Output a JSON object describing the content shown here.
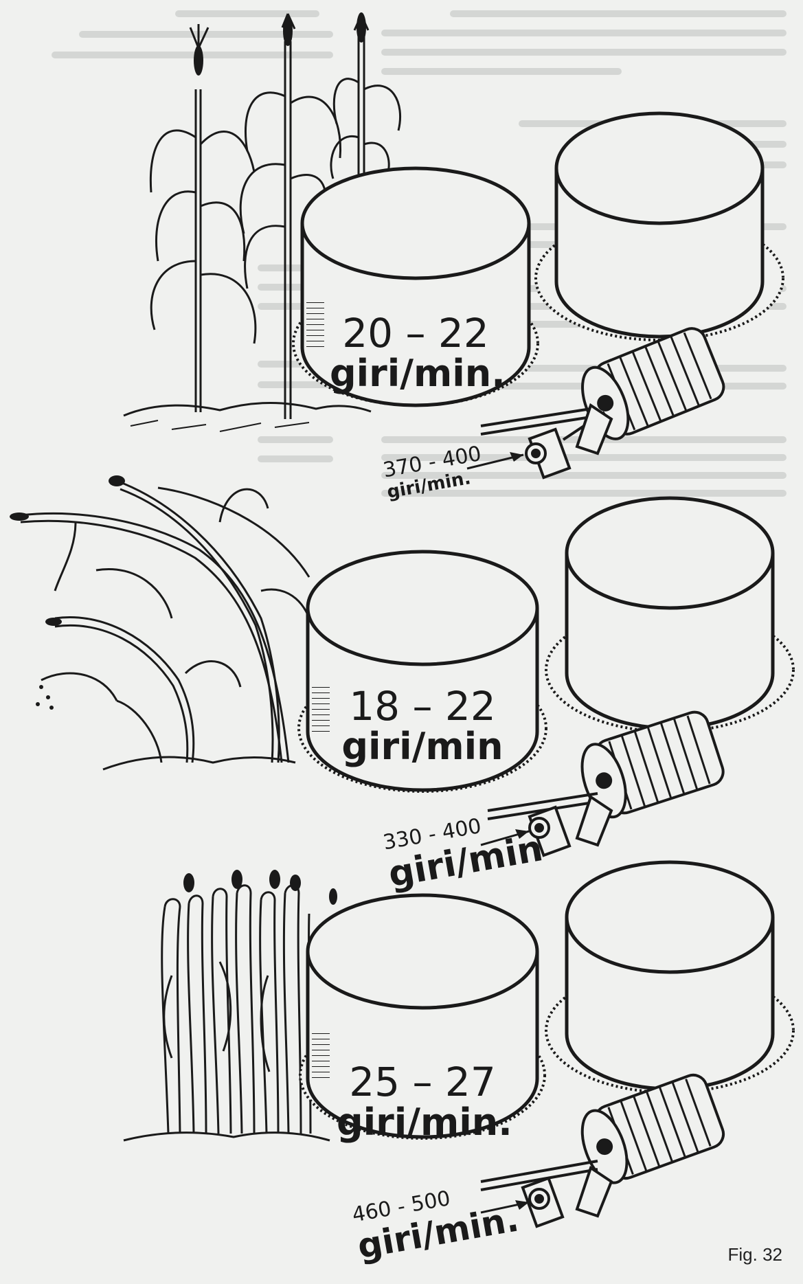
{
  "figure": {
    "caption": "Fig. 32"
  },
  "panels": [
    {
      "drum_speed": {
        "range": "20 – 22",
        "unit": "giri/min."
      },
      "shaft_speed": {
        "range": "370 - 400",
        "unit": "giri/min."
      }
    },
    {
      "drum_speed": {
        "range": "18 – 22",
        "unit": "giri/min"
      },
      "shaft_speed": {
        "range": "330 - 400",
        "unit": "giri/min"
      }
    },
    {
      "drum_speed": {
        "range": "25 – 27",
        "unit": "giri/min."
      },
      "shaft_speed": {
        "range": "460 - 500",
        "unit": "giri/min."
      }
    }
  ],
  "colors": {
    "ink": "#1a1a1a",
    "paper": "#f0f1ef",
    "faint_bleed": "#c9ccc9"
  }
}
